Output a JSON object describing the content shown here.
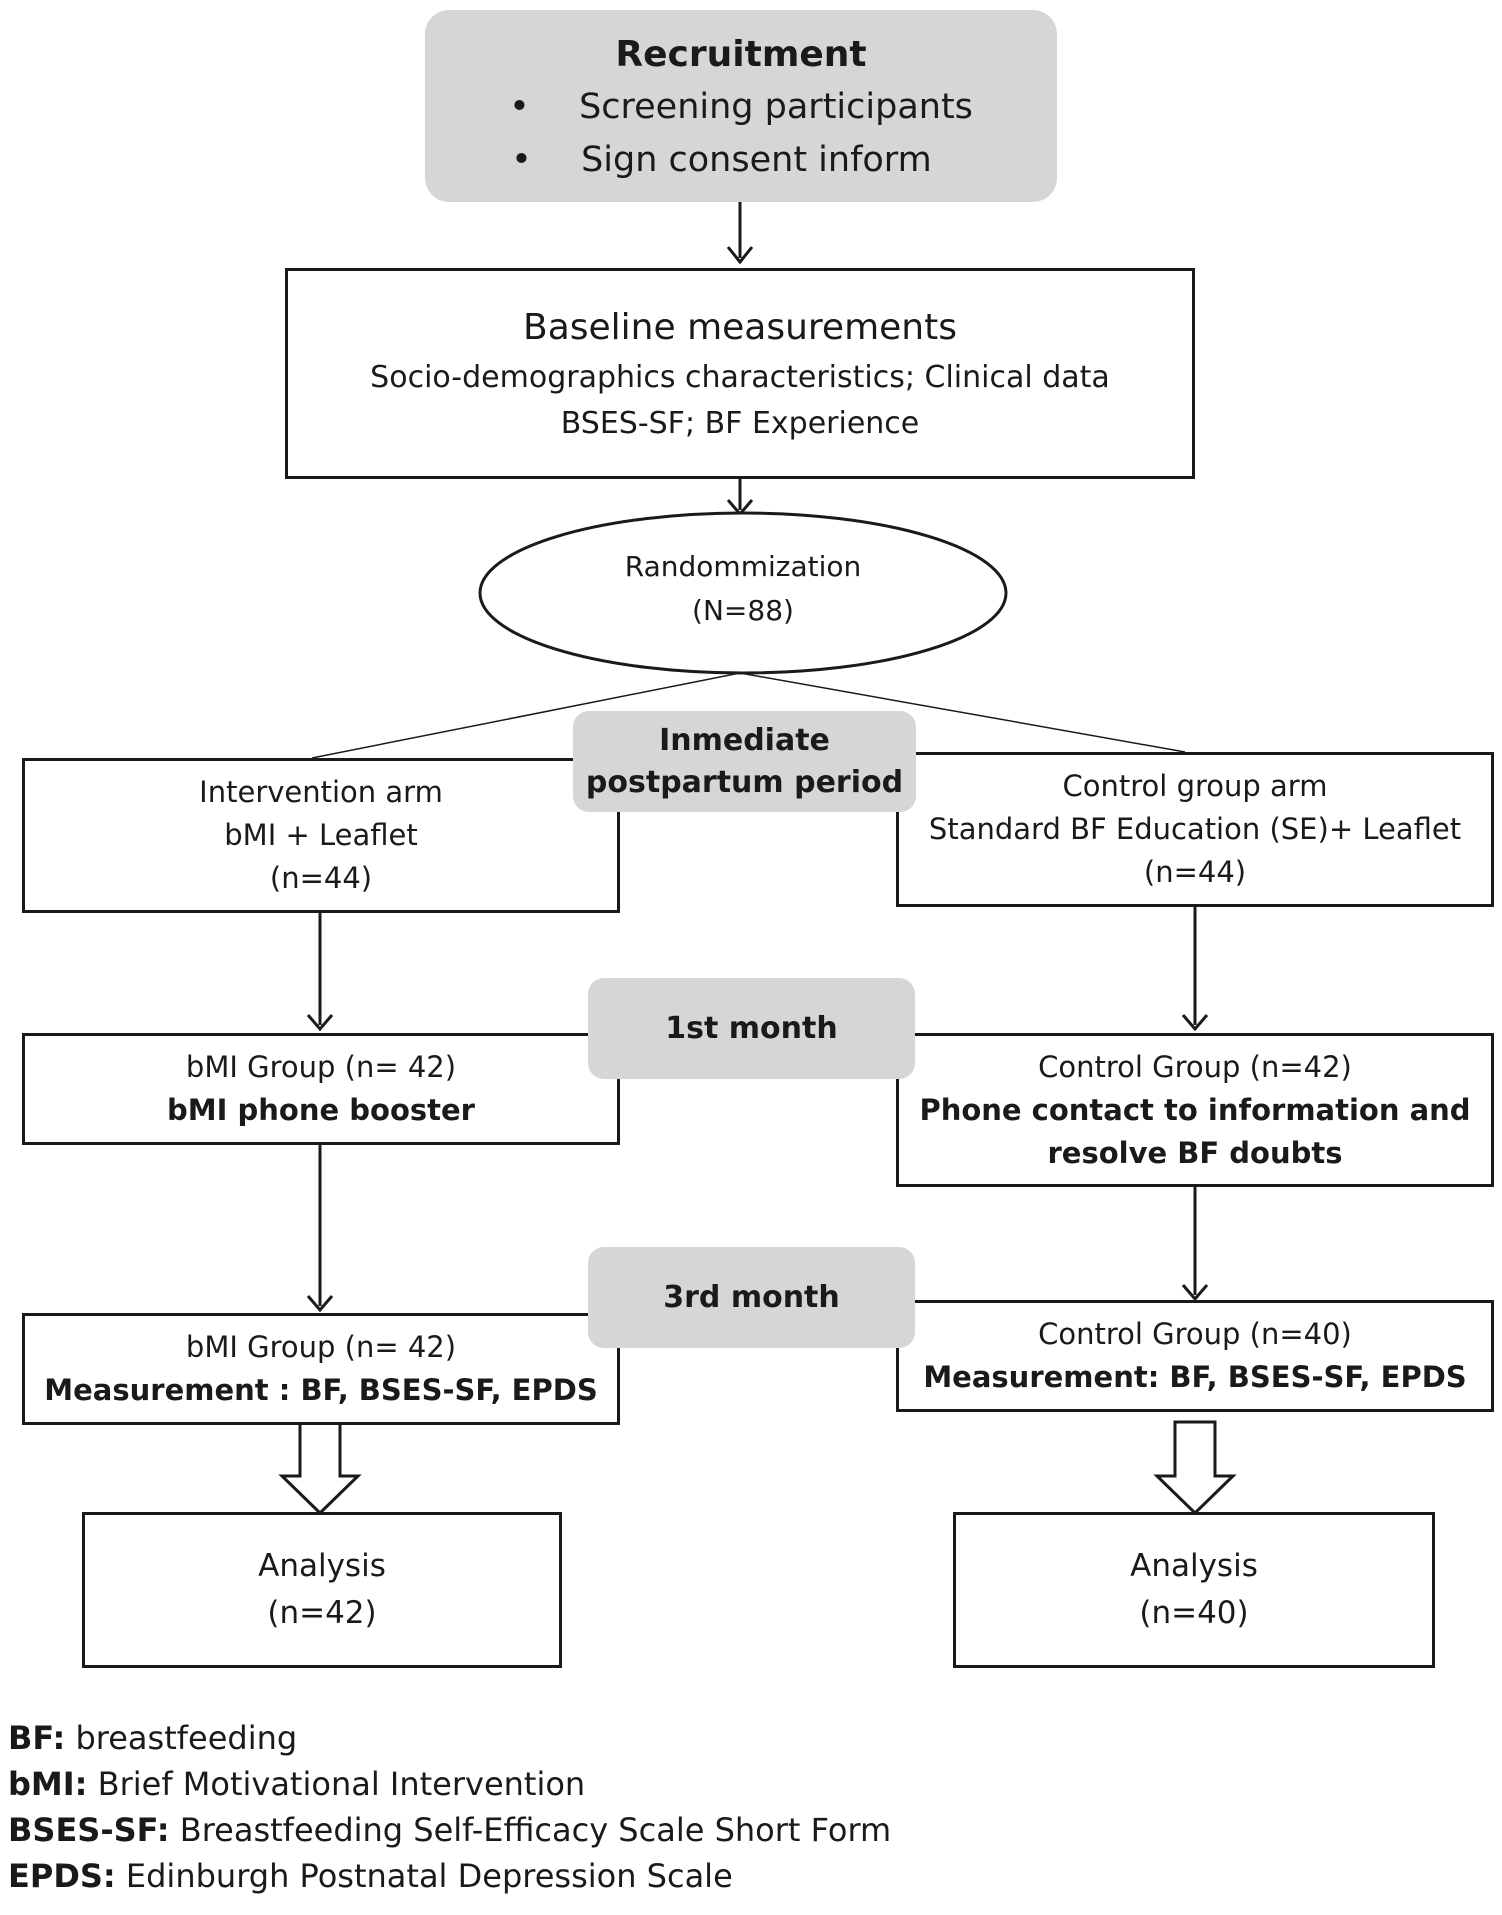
{
  "recruitment": {
    "title": "Recruitment",
    "items": [
      "Screening participants",
      "Sign consent inform"
    ]
  },
  "baseline": {
    "title": "Baseline measurements",
    "line1": "Socio-demographics characteristics; Clinical data",
    "line2": "BSES-SF; BF Experience"
  },
  "randomization": {
    "label": "Randommization",
    "n": "(N=88)"
  },
  "stages": {
    "immediate_line1": "Inmediate",
    "immediate_line2": "postpartum period",
    "month1": "1st month",
    "month3": "3rd month"
  },
  "intervention_arm": {
    "title": "Intervention arm",
    "detail": "bMI + Leaflet",
    "n": "(n=44)"
  },
  "control_arm": {
    "title": "Control group arm",
    "detail": "Standard BF Education (SE)+ Leaflet",
    "n": "(n=44)"
  },
  "bmi_month1": {
    "title": "bMI Group (n= 42)",
    "detail": "bMI phone booster"
  },
  "control_month1": {
    "title": "Control Group (n=42)",
    "detail_line1": "Phone contact to information and",
    "detail_line2": "resolve BF doubts"
  },
  "bmi_month3": {
    "title": "bMI Group (n= 42)",
    "detail": "Measurement : BF, BSES-SF, EPDS"
  },
  "control_month3": {
    "title": "Control Group (n=40)",
    "detail_bold": "Measurement",
    "detail_rest": ": BF, BSES-SF, EPDS"
  },
  "analysis_left": {
    "title": "Analysis",
    "n": "(n=42)"
  },
  "analysis_right": {
    "title": "Analysis",
    "n": "(n=40)"
  },
  "legend": [
    {
      "abbr": "BF:",
      "text": "breastfeeding"
    },
    {
      "abbr": "bMI:",
      "text": "Brief Motivational Intervention"
    },
    {
      "abbr": "BSES-SF:",
      "text": "Breastfeeding Self-Efficacy Scale Short Form"
    },
    {
      "abbr": "EPDS:",
      "text": "Edinburgh Postnatal Depression Scale"
    }
  ]
}
